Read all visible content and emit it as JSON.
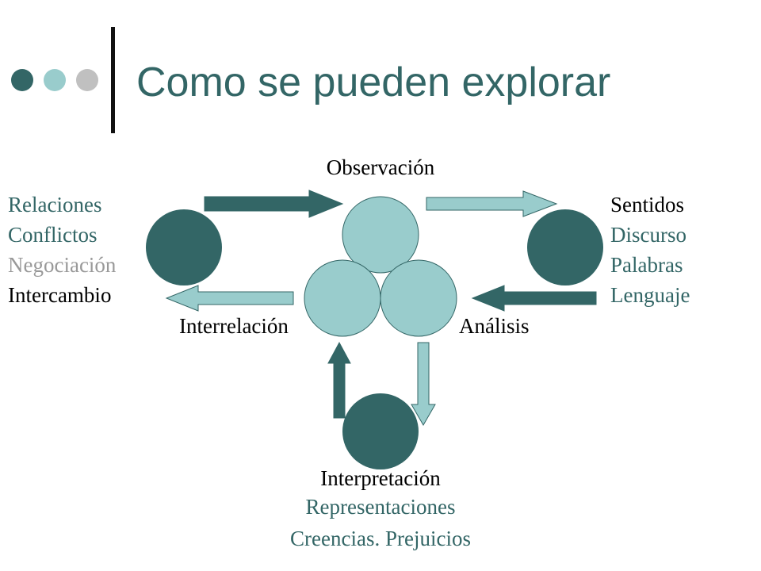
{
  "title": "Como se pueden explorar",
  "colors": {
    "dark": "#336666",
    "light": "#99CCCC",
    "gray": "#C0C0C0",
    "black": "#000000",
    "text_gray": "#999999"
  },
  "nodes": {
    "top": "Observación",
    "right": "Análisis",
    "left": "Interrelación",
    "bottom": "Interpretación"
  },
  "left_list": [
    "Relaciones",
    "Conflictos",
    "Negociación",
    "Intercambio"
  ],
  "right_list": [
    "Sentidos",
    "Discurso",
    "Palabras",
    "Lenguaje"
  ],
  "bottom_list": [
    "Representaciones",
    "Creencias. Prejuicios"
  ]
}
